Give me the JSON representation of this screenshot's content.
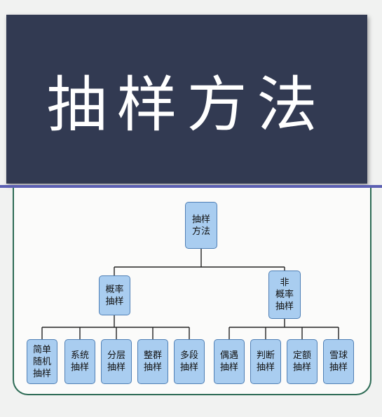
{
  "title": "抽样方法",
  "root": "抽样\n方法",
  "groups": [
    {
      "label": "概率\n抽样",
      "children": [
        "简单\n随机\n抽样",
        "系统\n抽样",
        "分层\n抽样",
        "整群\n抽样",
        "多段\n抽样"
      ]
    },
    {
      "label": "非\n概率\n抽样",
      "children": [
        "偶遇\n抽样",
        "判断\n抽样",
        "定额\n抽样",
        "雪球\n抽样"
      ]
    }
  ],
  "colors": {
    "banner": "#323a52",
    "node_fill": "#a9cdf0",
    "node_border": "#4f7fb5",
    "frame": "#2d6b55"
  }
}
